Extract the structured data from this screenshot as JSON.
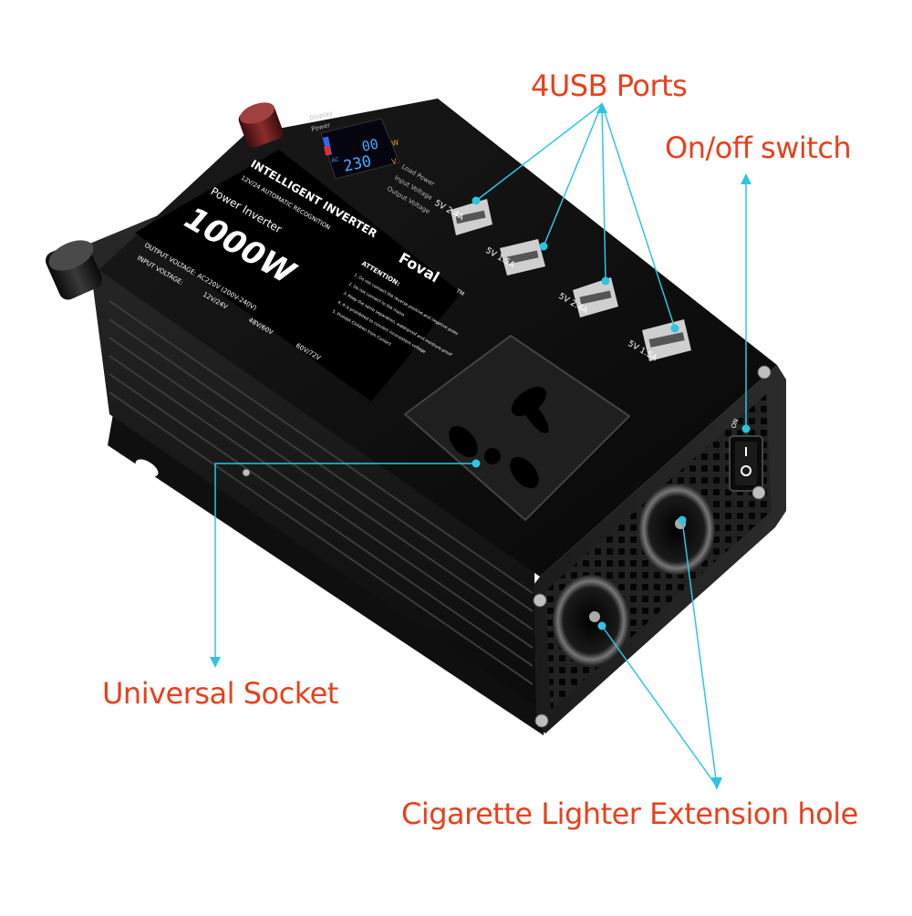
{
  "callouts": {
    "usb_ports": "4USB Ports",
    "on_off_switch": "On/off switch",
    "universal_socket": "Universal Socket",
    "cigarette_lighter": "Cigarette Lighter Extension hole"
  },
  "product": {
    "series": "INTELLIGENT INVERTER",
    "recognition": "12V/24 AUTOMATIC RECOGNITION",
    "subtitle": "Power Inverter",
    "power": "1000W",
    "brand": "Foval",
    "trademark": "TM",
    "output_voltage": "OUTPUT VOLTAGE: AC220V (200V-240V)",
    "input_voltage_label": "INPUT VOLTAGE:",
    "input_options": [
      "12V/24V",
      "48V/60V",
      "60V/72V"
    ],
    "attention_title": "ATTENTION:",
    "attention_items": [
      "1. Do not connect the reverse positive and negative poles",
      "2. Do not connect to the mains",
      "3. Keep the same separation, waterproof and moisture-proof",
      "4. It is prohibited to connect inconsistent voltage",
      "5. Prohibit Children from Contact"
    ]
  },
  "display": {
    "panel_labels": [
      "Display",
      "Power"
    ],
    "top_reading": "00",
    "top_unit": "W",
    "bottom_reading": "230",
    "bottom_unit": "V",
    "side_labels": [
      "Load Power",
      "Input Voltage",
      "Output Voltage"
    ],
    "mode_tag": "AC"
  },
  "usb_ports": [
    {
      "label": "5V 2.4A"
    },
    {
      "label": "5V 1.5A"
    },
    {
      "label": "5V 2.4A"
    },
    {
      "label": "5V 1.5A"
    }
  ],
  "switch": {
    "on_label": "ON"
  },
  "colors": {
    "callout_text": "#e8401c",
    "leader_line": "#2ec5e3",
    "body_dark": "#141414",
    "body_mid": "#2a2a2a",
    "terminal_red": "#6e1a1a"
  }
}
